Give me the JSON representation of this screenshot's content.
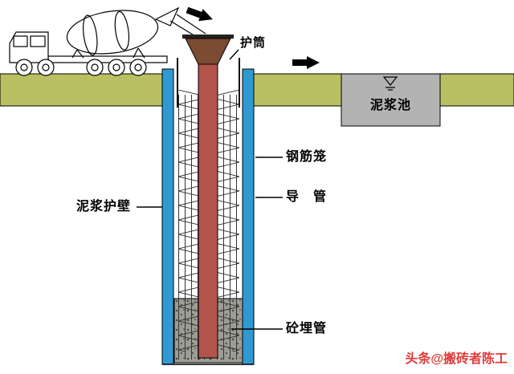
{
  "labels": {
    "casing": "护筒",
    "mud_pool": "泥浆池",
    "steel_cage": "钢筋笼",
    "tremie_pipe": "导　管",
    "mud_retaining_wall": "泥浆护壁",
    "embedded_concrete_pipe": "砼埋管"
  },
  "watermark": "头条@搬砖者陈工",
  "colors": {
    "ground_olive": "#b9c061",
    "wall_blue": "#2f9ad2",
    "tremie_pipe_red": "#b2544b",
    "hopper_brown": "#7c4b33",
    "mud_pool_gray": "#b3b3b3",
    "concrete_gray": "#9d9d95",
    "watermark_red": "#e03a3a",
    "line_black": "#000000"
  },
  "icons": {
    "water_level_symbol": "water-level-icon",
    "flow_arrow": "flow-arrow-icon",
    "chute_arrow": "chute-arrow-icon"
  }
}
